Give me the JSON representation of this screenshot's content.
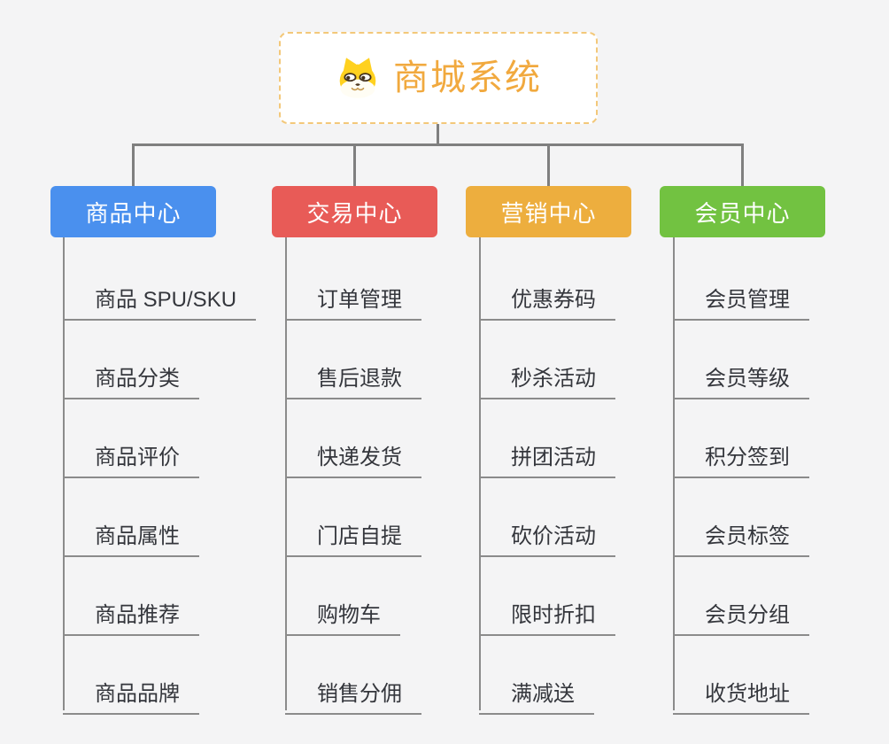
{
  "canvas": {
    "background": "#f4f4f5",
    "connector_color": "#7f7f7f",
    "branch_line_color": "#8b8b8b"
  },
  "root": {
    "title": "商城系统",
    "icon": "shiba-dog-icon",
    "text_color": "#f1a93e",
    "border_color": "#f3c87a"
  },
  "branches": [
    {
      "label": "商品中心",
      "color": "#4a90ee",
      "children": [
        "商品 SPU/SKU",
        "商品分类",
        "商品评价",
        "商品属性",
        "商品推荐",
        "商品品牌"
      ]
    },
    {
      "label": "交易中心",
      "color": "#e85b57",
      "children": [
        "订单管理",
        "售后退款",
        "快递发货",
        "门店自提",
        "购物车",
        "销售分佣"
      ]
    },
    {
      "label": "营销中心",
      "color": "#edae3e",
      "children": [
        "优惠券码",
        "秒杀活动",
        "拼团活动",
        "砍价活动",
        "限时折扣",
        "满减送"
      ]
    },
    {
      "label": "会员中心",
      "color": "#72c241",
      "children": [
        "会员管理",
        "会员等级",
        "积分签到",
        "会员标签",
        "会员分组",
        "收货地址"
      ]
    }
  ]
}
